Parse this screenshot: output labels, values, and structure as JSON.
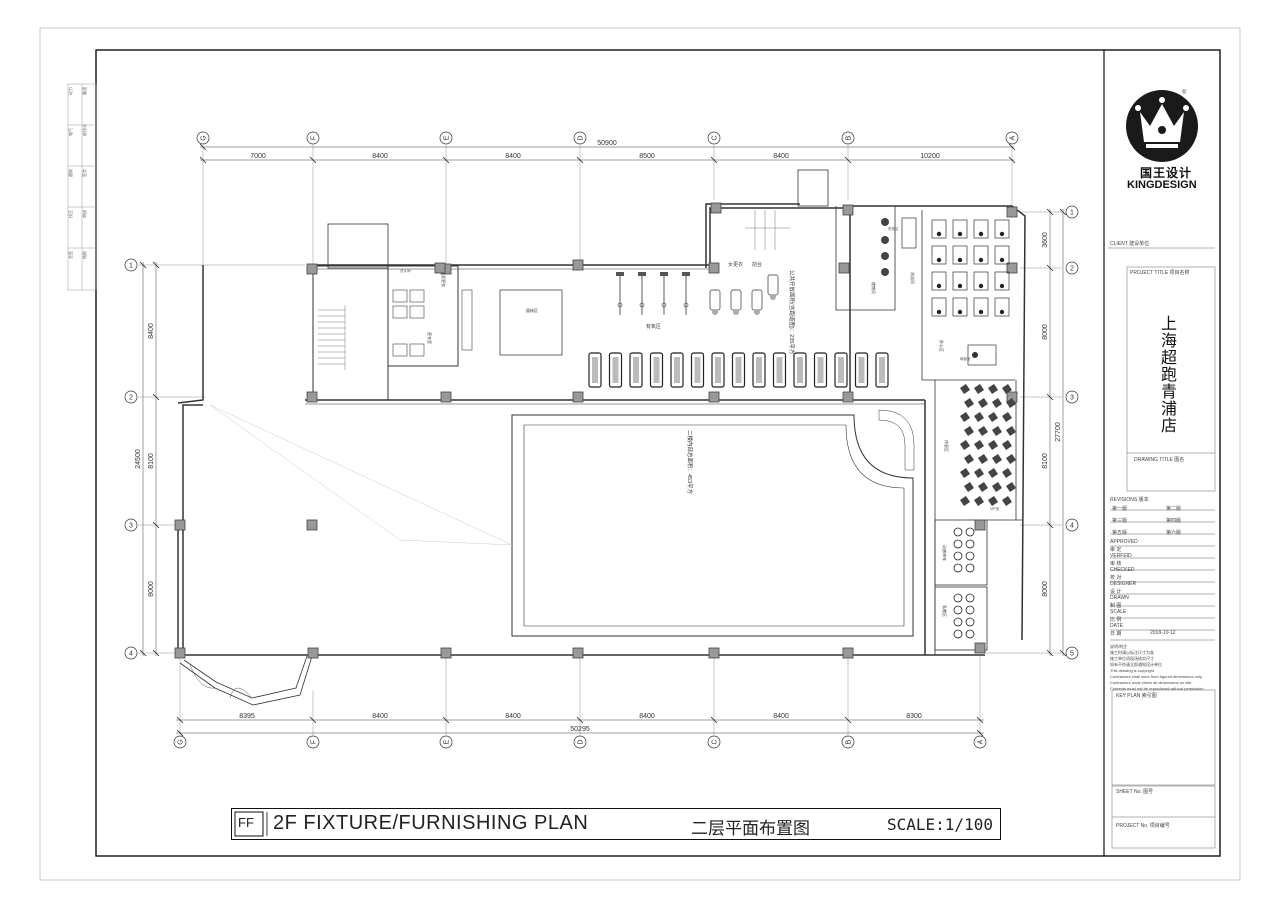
{
  "brand": {
    "name_cn": "国王设计",
    "name_en": "KINGDESIGN",
    "registered": "®"
  },
  "title_block": {
    "client": "CLIENT  建设单位",
    "project_title": "PROJECT TITLE  项目名称",
    "project_name": "上海超跑青浦店",
    "drawing_title": "DRAWING TITLE  图名",
    "revisions": "REVISIONS  版本",
    "rev_1": "第一版",
    "rev_2": "第二版",
    "rev_3": "第三版",
    "rev_4": "第四版",
    "rev_5": "第五版",
    "rev_6": "第六版",
    "approved": "APPROVED",
    "approved_cn": "审  定",
    "verified": "VERFEID",
    "verified_cn": "审  核",
    "checked": "CHECKED",
    "checked_cn": "校  对",
    "designer": "DESIGNER",
    "designer_cn": "设  计",
    "drawn": "DRAWN",
    "drawn_cn": "制  图",
    "scale": "SCALE",
    "scale_cn": "比  例",
    "date": "DATE",
    "date_cn": "日  期",
    "date_value": "2018-10-12",
    "note_1": "说明/附注",
    "note_2": "施工时请以标注尺寸为准",
    "note_3": "施工单位须现场核实尺寸",
    "note_4": "如有不符请立即通知设计单位",
    "note_5": "This drawing is copyright.",
    "note_6": "Contractors shall work from figured dimensions only.",
    "note_7": "Contractors must check all dimensions on site.",
    "note_8": "Contents must not be reproduced without permission.",
    "key_plan": "KEY PLAN  索引图",
    "sheet_no": "SHEET No.  图号",
    "project_no": "PROJECT No.  项目编号"
  },
  "side_strip": [
    "动力",
    "暖通",
    "电气",
    "给排水",
    "建筑",
    "签字",
    "校正",
    "审核",
    "会签",
    "结构"
  ],
  "grid": {
    "cols": [
      "G",
      "F",
      "E",
      "D",
      "C",
      "B",
      "A"
    ],
    "rows": [
      "1",
      "2",
      "3",
      "4",
      "5"
    ]
  },
  "dims": {
    "top_total": "50900",
    "top": [
      "7000",
      "8400",
      "8400",
      "8500",
      "8400",
      "10200"
    ],
    "bottom_total": "50295",
    "bottom": [
      "8395",
      "8400",
      "8400",
      "8400",
      "8400",
      "8300"
    ],
    "left_total": "24500",
    "left": [
      "8400",
      "8100",
      "8000"
    ],
    "right_total": "27700",
    "right": [
      "3600",
      "8000",
      "8100",
      "8000"
    ]
  },
  "labels": {
    "pool_area": "二楼内部总面积：453平方",
    "gym_area": "公共开放面积(含跑道图)：235平方",
    "aerobic": "有氧区",
    "room_mid": "器械区",
    "room_a": "更衣室",
    "room_b": "男更衣",
    "room_c": "女更衣",
    "room_d": "前台",
    "room_e": "储物间",
    "room_f": "淋浴间",
    "room_g": "办公区",
    "room_h": "休息区",
    "room_i": "动感单车",
    "room_j": "私教区",
    "room_k": "贵宾区",
    "room_l": "瑜伽室",
    "room_m": "VIP室",
    "room_n": "洗手间"
  },
  "drawing_title": {
    "code": "FF",
    "en": "2F FIXTURE/FURNISHING PLAN",
    "cn": "二层平面布置图",
    "scale": "SCALE:1/100"
  }
}
